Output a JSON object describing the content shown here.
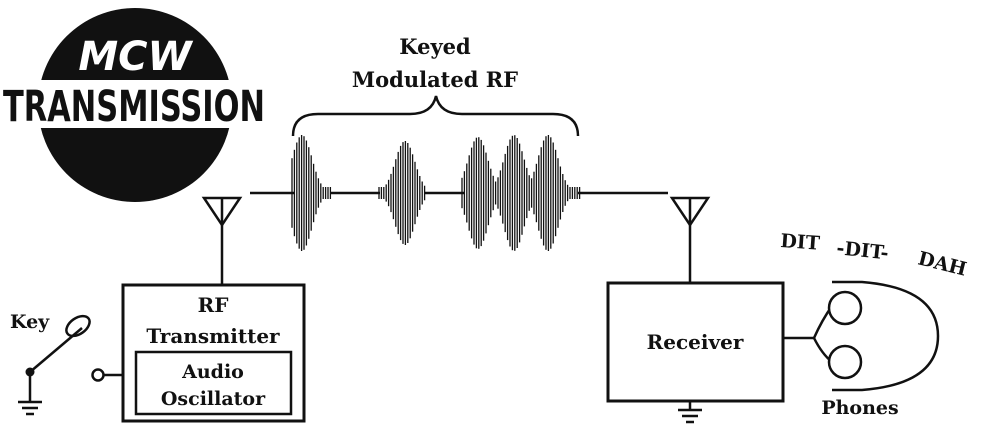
{
  "logo": {
    "line1": "MCW",
    "line2": "TRANSMISSION"
  },
  "signal": {
    "label_line1": "Keyed",
    "label_line2": "Modulated RF"
  },
  "transmitter": {
    "title_line1": "RF",
    "title_line2": "Transmitter",
    "oscillator_line1": "Audio",
    "oscillator_line2": "Oscillator"
  },
  "key": {
    "label": "Key"
  },
  "receiver": {
    "label": "Receiver"
  },
  "phones": {
    "label": "Phones"
  },
  "morse": {
    "part1": "DIT",
    "part2": "-DIT-",
    "part3": "DAH"
  },
  "colors": {
    "ink": "#111111",
    "paper": "#ffffff"
  }
}
